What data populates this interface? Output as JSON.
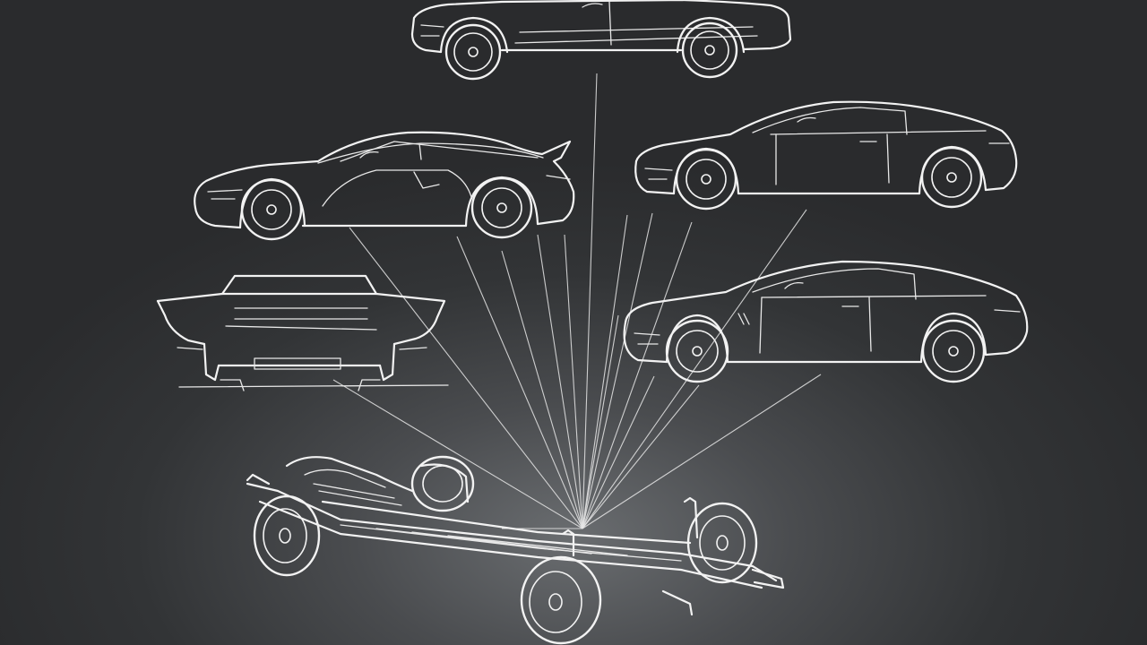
{
  "colors": {
    "background": "#2f3133",
    "stroke": "#f2f2f2"
  },
  "illustration": {
    "items": [
      {
        "name": "suv-top",
        "kind": "car-outline"
      },
      {
        "name": "sports-car-left",
        "kind": "car-outline"
      },
      {
        "name": "coupe-right-upper",
        "kind": "car-outline"
      },
      {
        "name": "pickup-rear-view",
        "kind": "vehicle-rear-outline"
      },
      {
        "name": "coupe-right-lower",
        "kind": "car-outline"
      },
      {
        "name": "skateboard-chassis",
        "kind": "chassis-outline"
      }
    ]
  }
}
